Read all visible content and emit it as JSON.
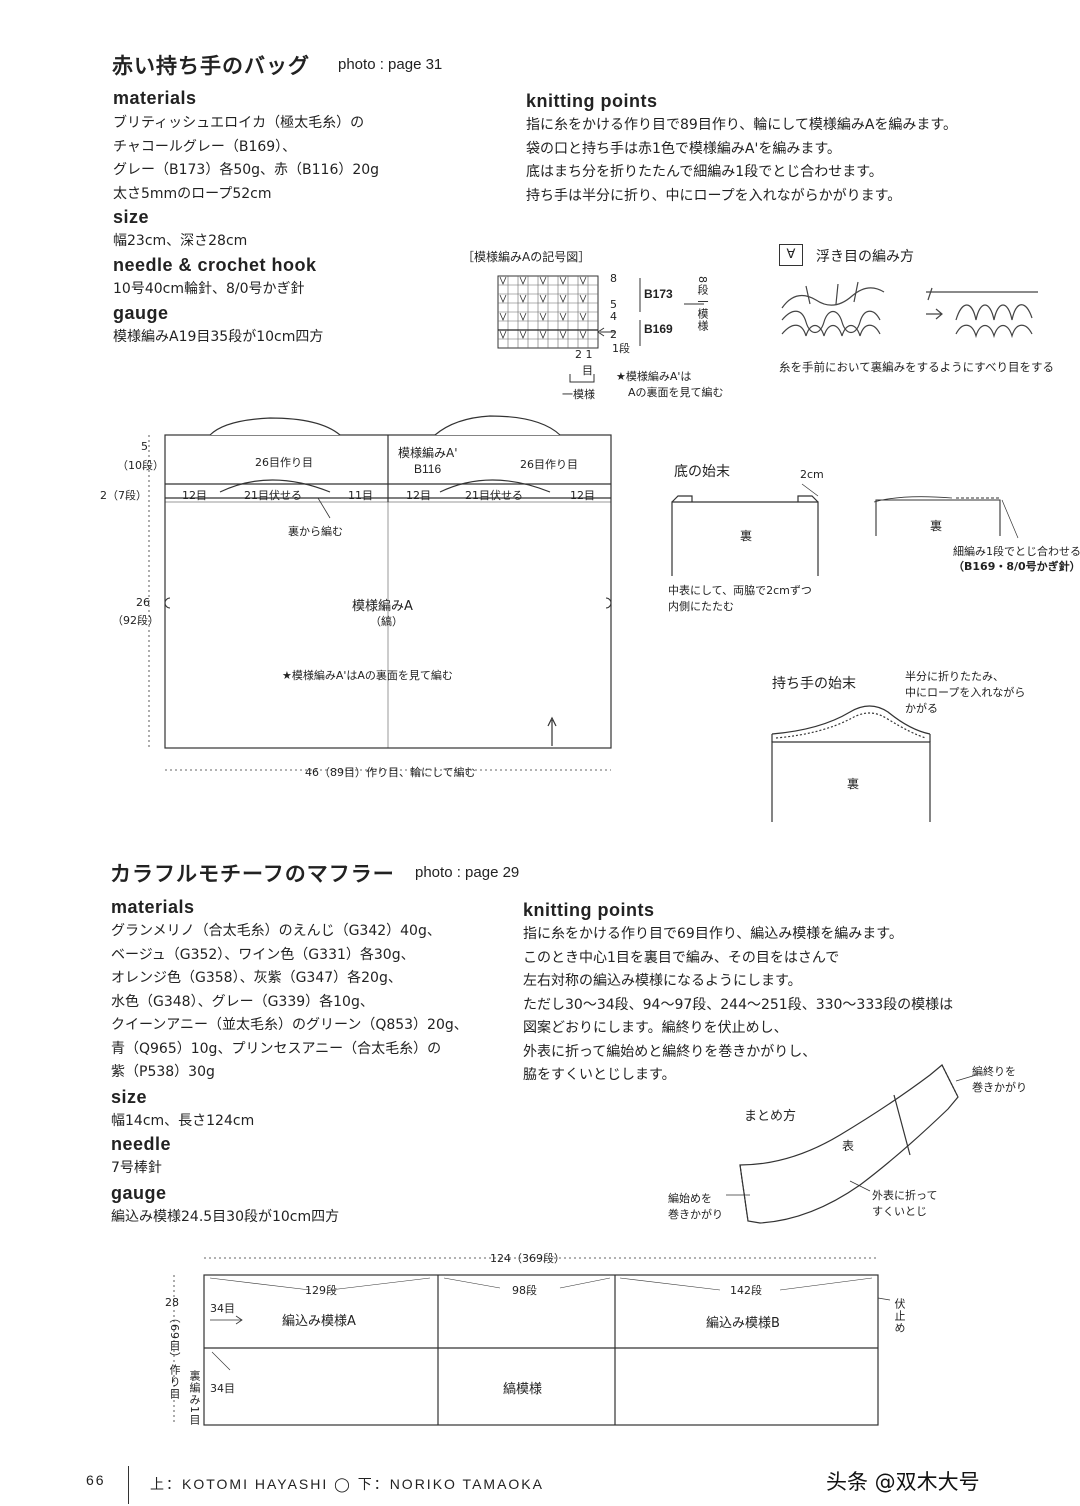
{
  "bag": {
    "title": "赤い持ち手のバッグ",
    "photo": "photo : page 31",
    "materials_head": "materials",
    "materials": [
      "ブリティッシュエロイカ（極太毛糸）の",
      "チャコールグレー（B169）、",
      "グレー（B173）各50g、赤（B116）20g",
      "太さ5mmのロープ52cm"
    ],
    "size_head": "size",
    "size": "幅23cm、深さ28cm",
    "needle_head": "needle & crochet hook",
    "needle": "10号40cm輪針、8/0号かぎ針",
    "gauge_head": "gauge",
    "gauge": "模様編みA19目35段が10cm四方",
    "points_head": "knitting points",
    "points": [
      "指に糸をかける作り目で89目作り、輪にして模様編みAを編みます。",
      "袋の口と持ち手は赤1色で模様編みA'を編みます。",
      "底はまち分を折りたたんで細編み1段でとじ合わせます。",
      "持ち手は半分に折り、中にロープを入れながらかがります。"
    ]
  },
  "chart_symbol": {
    "title": "［模様編みAの記号図］",
    "rows": [
      "8",
      "5",
      "4",
      "2",
      "1段"
    ],
    "b173": "B173",
    "b169": "B169",
    "side": "8段一模様",
    "cols": "2 1",
    "col_unit": "目",
    "one_repeat": "一模様",
    "note1": "★模様編みA'は",
    "note2": "Aの裏面を見て編む"
  },
  "float": {
    "symbol": "∀",
    "title": "浮き目の編み方",
    "caption": "糸を手前において裏編みをするようにすべり目をする"
  },
  "bag_diagram": {
    "top_5": "5",
    "top_10": "（10段）",
    "left_2": "2（7段）",
    "left_26": "26",
    "left_92": "（92段）",
    "handle_a": "模様編みA'",
    "handle_b": "B116",
    "make26_1": "26目作り目",
    "make26_2": "26目作り目",
    "s12a": "12目",
    "s21a": "21目伏せる",
    "s11": "11目",
    "s12b": "12目",
    "s21b": "21目伏せる",
    "s12c": "12目",
    "back": "裏から編む",
    "pattern": "模様編みA",
    "stripe": "（縞）",
    "note": "★模様編みA'はAの裏面を見て編む",
    "bottom": "46（89目）作り目、輪にして編む"
  },
  "bottom_finish": {
    "title": "底の始末",
    "cm": "2cm",
    "ura": "裏",
    "note1": "中表にして、両脇で2cmずつ",
    "note2": "内側にたたむ",
    "ura2": "裏",
    "sc1": "細編み1段でとじ合わせる",
    "sc2": "（B169・8/0号かぎ針）"
  },
  "handle_finish": {
    "title": "持ち手の始末",
    "note1": "半分に折りたたみ、",
    "note2": "中にロープを入れながら",
    "note3": "かがる",
    "ura": "裏"
  },
  "muffler": {
    "title": "カラフルモチーフのマフラー",
    "photo": "photo : page 29",
    "materials_head": "materials",
    "materials": [
      "グランメリノ（合太毛糸）のえんじ（G342）40g、",
      "ベージュ（G352）、ワイン色（G331）各30g、",
      "オレンジ色（G358）、灰紫（G347）各20g、",
      "水色（G348）、グレー（G339）各10g、",
      "クイーンアニー（並太毛糸）のグリーン（Q853）20g、",
      "青（Q965）10g、プリンセスアニー（合太毛糸）の",
      "紫（P538）30g"
    ],
    "size_head": "size",
    "size": "幅14cm、長さ124cm",
    "needle_head": "needle",
    "needle": "7号棒針",
    "gauge_head": "gauge",
    "gauge": "編込み模様24.5目30段が10cm四方",
    "points_head": "knitting points",
    "points": [
      "指に糸をかける作り目で69目作り、編込み模様を編みます。",
      "このとき中心1目を裏目で編み、その目をはさんで",
      "左右対称の編込み模様になるようにします。",
      "ただし30～34段、94～97段、244～251段、330～333段の模様は",
      "図案どおりにします。編終りを伏止めし、",
      "外表に折って編始めと編終りを巻きかがりし、",
      "脇をすくいとじします。"
    ]
  },
  "assembly": {
    "title": "まとめ方",
    "omote": "表",
    "end1": "編終りを",
    "end2": "巻きかがり",
    "start1": "編始めを",
    "start2": "巻きかがり",
    "side1": "外表に折って",
    "side2": "すくいとじ"
  },
  "muffler_diagram": {
    "total": "124（369段）",
    "r129": "129段",
    "r98": "98段",
    "r142": "142段",
    "left28": "28",
    "left69": "（69目）作り目",
    "w34a": "34目",
    "w34b": "34目",
    "pattern_a": "編込み模様A",
    "pattern_b": "編込み模様B",
    "stripe": "縞模様",
    "ura1": "裏編み1目",
    "bind": "伏止め"
  },
  "footer": {
    "page": "66",
    "credit": "上：KOTOMI HAYASHI ◯ 下：NORIKO TAMAOKA",
    "watermark": "头条 @双木大号"
  }
}
